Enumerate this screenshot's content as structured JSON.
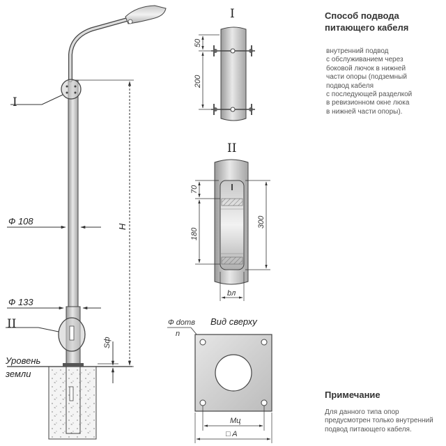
{
  "heading_supply": {
    "lines": [
      "Способ подвода",
      "питающего кабеля"
    ]
  },
  "supply_text": {
    "lines": [
      "внутренний подвод",
      "с обслуживанием через",
      "боковой лючок в нижней",
      "части опоры (подземный",
      "подвод кабеля",
      "с последующей разделкой",
      "в ревизионном окне люка",
      "в нижней части опоры)."
    ]
  },
  "heading_note": "Примечание",
  "note_text": {
    "lines": [
      "Для данного типа опор",
      "предусмотрен только внутренний",
      "подвод питающего кабеля."
    ]
  },
  "callouts": {
    "detail_1": "I",
    "detail_2": "II",
    "diameter_top": "Ф 108",
    "diameter_bottom": "Ф 133",
    "height": "H",
    "ground_line1": "Уровень",
    "ground_line2": "земли",
    "sf": "Sф"
  },
  "detail_1": {
    "title": "I",
    "dim_top": "50",
    "dim_spacing": "200"
  },
  "detail_2": {
    "title": "II",
    "dim_top": "70",
    "dim_hatch": "180",
    "dim_total": "300",
    "dim_width": "bл"
  },
  "top_view": {
    "title": "Вид сверху",
    "hole_label": "Ф dотв",
    "hole_count": "n",
    "mc_label": "Mц",
    "a_label": "□ A"
  },
  "colors": {
    "line": "#333333",
    "metal_light": "#e4e4e4",
    "metal_mid": "#bdbdbd",
    "metal_dark": "#8c8c8c"
  }
}
